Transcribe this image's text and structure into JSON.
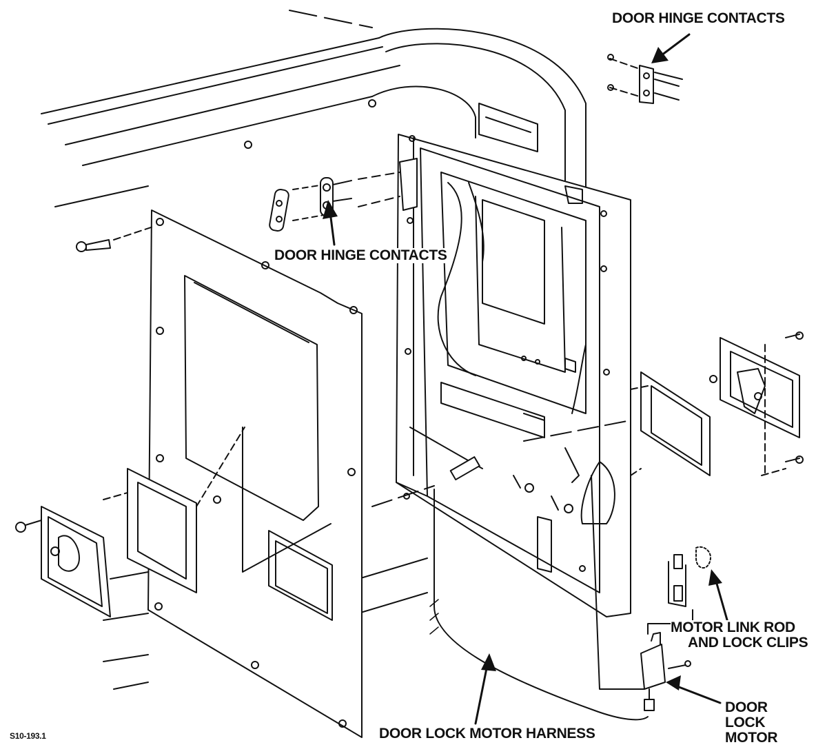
{
  "labels": {
    "hinge_top": "DOOR HINGE CONTACTS",
    "hinge_mid": "DOOR HINGE CONTACTS",
    "link_rod_line1": "MOTOR LINK ROD",
    "link_rod_line2": "AND LOCK CLIPS",
    "lock_motor_line1": "DOOR",
    "lock_motor_line2": "LOCK",
    "lock_motor_line3": "MOTOR",
    "harness": "DOOR LOCK MOTOR HARNESS",
    "figure_id": "S10-193.1"
  }
}
